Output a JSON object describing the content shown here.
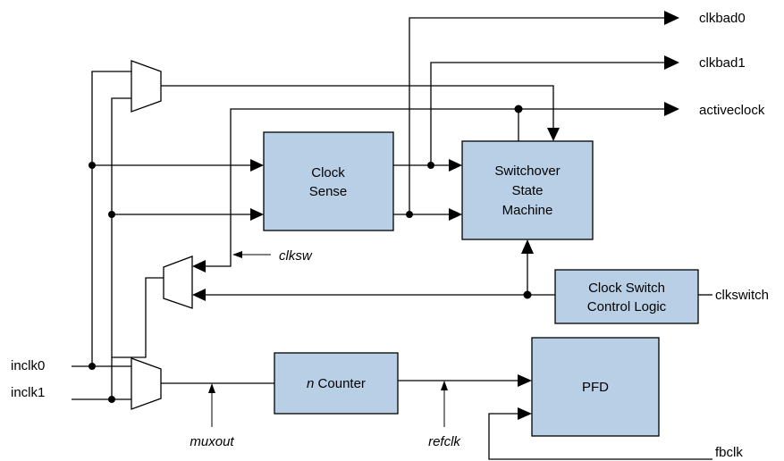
{
  "blocks": {
    "clock_sense": {
      "line1": "Clock",
      "line2": "Sense"
    },
    "switchover": {
      "line1": "Switchover",
      "line2": "State",
      "line3": "Machine"
    },
    "clock_switch": {
      "line1": "Clock Switch",
      "line2": "Control Logic"
    },
    "n_counter": {
      "italic": "n",
      "rest": " Counter"
    },
    "pfd": "PFD"
  },
  "outputs": {
    "clkbad0": "clkbad0",
    "clkbad1": "clkbad1",
    "activeclock": "activeclock"
  },
  "inputs": {
    "clkswitch": "clkswitch",
    "inclk0": "inclk0",
    "inclk1": "inclk1",
    "fbclk": "fbclk"
  },
  "signals": {
    "clksw": "clksw",
    "muxout": "muxout",
    "refclk": "refclk"
  },
  "colors": {
    "block_fill": "#b8cfe6",
    "line": "#000000"
  }
}
